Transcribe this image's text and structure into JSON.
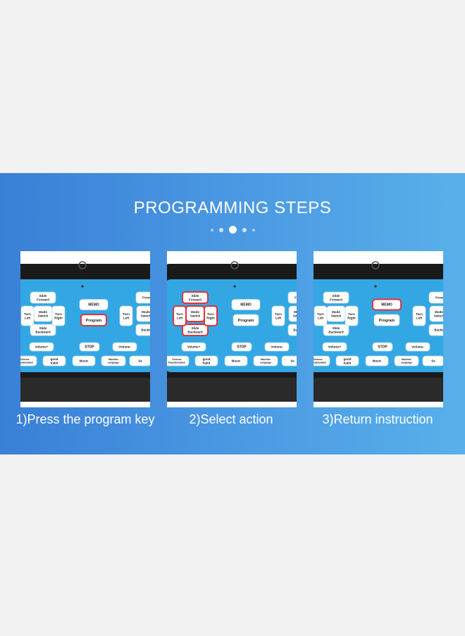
{
  "title": "PROGRAMMING STEPS",
  "carousel": {
    "dot_count": 5,
    "active_index": 2
  },
  "steps": [
    {
      "caption": "1)Press the program key",
      "highlight": "program-key"
    },
    {
      "caption": "2)Select action",
      "highlight": "direction-keys"
    },
    {
      "caption": "3)Return instruction",
      "highlight": "memo-key"
    }
  ],
  "remote": {
    "slide_forward": "Slide Forward",
    "slide_backward": "Slide Backward",
    "mode_switch": "Mode Switch",
    "turn_left": "Turn Left",
    "turn_right": "Turn Right",
    "memo": "MEMO",
    "program": "Program",
    "forward": "Forward",
    "backward": "Backward",
    "volume_up": "Volume+",
    "volume_down": "Volume-",
    "stop": "STOP",
    "science_popularization": "Science Popularization",
    "good_habit": "good habit",
    "music": "Music",
    "machine_language": "Machine Language",
    "sense": "Se"
  },
  "colors": {
    "banner_left": "#3a7fd6",
    "banner_right": "#58b0ea",
    "remote_body": "#1a1a1a",
    "remote_face": "#33a7e3",
    "button": "#ffffff",
    "highlight": "#e0333c"
  }
}
